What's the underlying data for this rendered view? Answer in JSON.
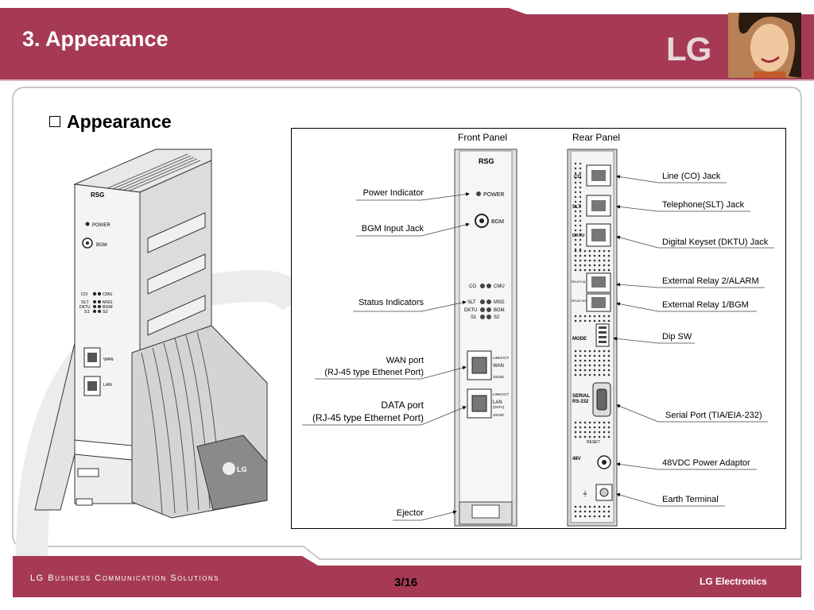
{
  "header": {
    "title": "3. Appearance",
    "logo_text": "LG"
  },
  "section": {
    "heading": "Appearance"
  },
  "device": {
    "label": "RSG",
    "power": "POWER",
    "bgm": "BGM",
    "co": "CO",
    "cmu": "CMU",
    "slt": "SLT",
    "msg": "MSG",
    "dktu": "DKTU",
    "s1": "S1",
    "s2": "S2",
    "wan": "WAN",
    "lan": "LAN",
    "brand": "LG"
  },
  "diagram": {
    "front_panel_title": "Front Panel",
    "rear_panel_title": "Rear Panel",
    "front_panel": {
      "label": "RSG",
      "power": "POWER",
      "bgm": "BGM",
      "co": "CO",
      "cmu": "CMU",
      "slt": "SLT",
      "msg": "MSG",
      "dktu": "DKTU",
      "bgm2": "BGM",
      "s1": "S1",
      "s2": "S2",
      "link_act": "LINK/ACT",
      "wan": "WAN",
      "speed": "10/100",
      "lan": "LAN",
      "data": "(DATA)"
    },
    "rear_panel": {
      "co": "CO",
      "slt": "SLT",
      "dktu": "DKTU",
      "relay2": "RELAY2 ALARM",
      "relay1": "RELAY1 BGM",
      "mode": "MODE",
      "serial": "SERIAL",
      "rs232": "RS-232",
      "reset": "RESET",
      "v48": "48V"
    },
    "left_labels": {
      "power_indicator": "Power Indicator",
      "bgm_input_jack": "BGM Input Jack",
      "status_indicators": "Status Indicators",
      "wan_port": "WAN port",
      "wan_port_sub": "(RJ-45 type Ethenet Port)",
      "data_port": "DATA port",
      "data_port_sub": "(RJ-45 type Ethernet Port)",
      "ejector": "Ejector"
    },
    "right_labels": {
      "line_co_jack": "Line (CO) Jack",
      "telephone_slt_jack": "Telephone(SLT) Jack",
      "digital_keyset": "Digital Keyset (DKTU) Jack",
      "relay2_alarm": "External Relay 2/ALARM",
      "relay1_bgm": "External Relay 1/BGM",
      "dip_sw": "Dip SW",
      "serial_port": "Serial Port (TIA/EIA-232)",
      "power_adaptor": "48VDC Power Adaptor",
      "earth_terminal": "Earth Terminal"
    }
  },
  "footer": {
    "company_text": "LG Business Communication Solutions",
    "page": "3/16",
    "brand": "LG Electronics"
  },
  "colors": {
    "header_maroon": "#a63a55",
    "footer_maroon": "#a63a55",
    "border_gray": "#b9b9b9"
  }
}
